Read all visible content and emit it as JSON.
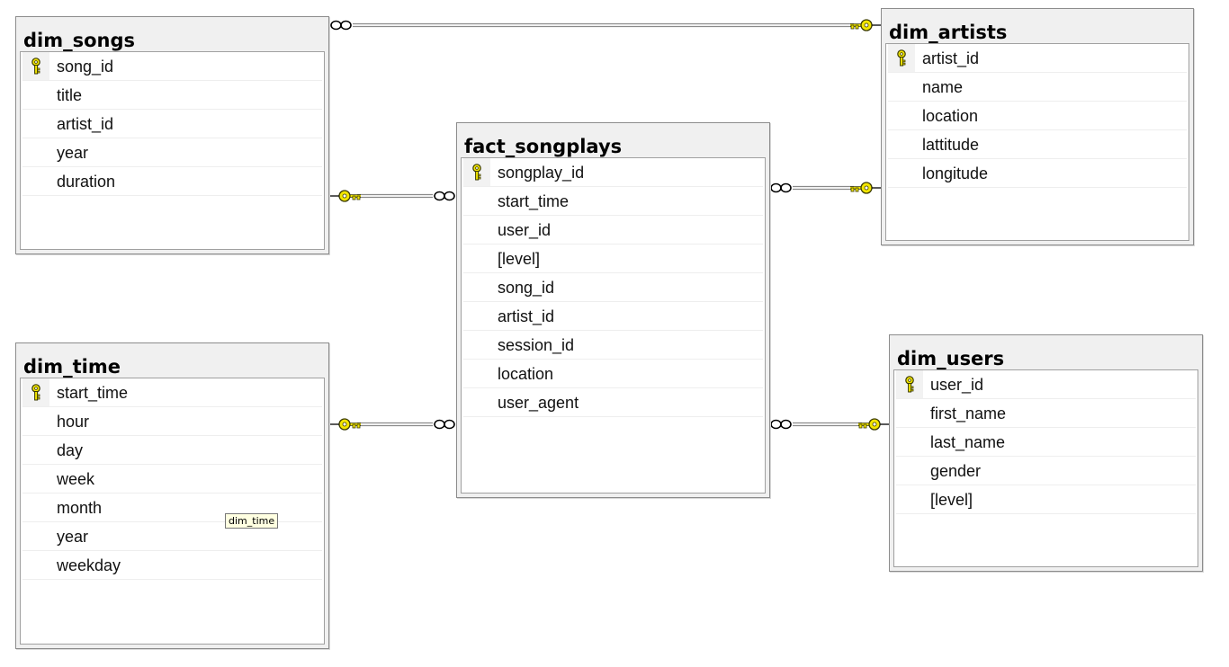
{
  "tables": {
    "dim_songs": {
      "title": "dim_songs",
      "columns": [
        {
          "name": "song_id",
          "pk": true
        },
        {
          "name": "title",
          "pk": false
        },
        {
          "name": "artist_id",
          "pk": false
        },
        {
          "name": "year",
          "pk": false
        },
        {
          "name": "duration",
          "pk": false
        }
      ]
    },
    "dim_artists": {
      "title": "dim_artists",
      "columns": [
        {
          "name": "artist_id",
          "pk": true
        },
        {
          "name": "name",
          "pk": false
        },
        {
          "name": "location",
          "pk": false
        },
        {
          "name": "lattitude",
          "pk": false
        },
        {
          "name": "longitude",
          "pk": false
        }
      ]
    },
    "fact_songplays": {
      "title": "fact_songplays",
      "columns": [
        {
          "name": "songplay_id",
          "pk": true
        },
        {
          "name": "start_time",
          "pk": false
        },
        {
          "name": "user_id",
          "pk": false
        },
        {
          "name": "[level]",
          "pk": false
        },
        {
          "name": "song_id",
          "pk": false
        },
        {
          "name": "artist_id",
          "pk": false
        },
        {
          "name": "session_id",
          "pk": false
        },
        {
          "name": "location",
          "pk": false
        },
        {
          "name": "user_agent",
          "pk": false
        }
      ]
    },
    "dim_time": {
      "title": "dim_time",
      "columns": [
        {
          "name": "start_time",
          "pk": true
        },
        {
          "name": "hour",
          "pk": false
        },
        {
          "name": "day",
          "pk": false
        },
        {
          "name": "week",
          "pk": false
        },
        {
          "name": "month",
          "pk": false
        },
        {
          "name": "year",
          "pk": false
        },
        {
          "name": "weekday",
          "pk": false
        }
      ]
    },
    "dim_users": {
      "title": "dim_users",
      "columns": [
        {
          "name": "user_id",
          "pk": true
        },
        {
          "name": "first_name",
          "pk": false
        },
        {
          "name": "last_name",
          "pk": false
        },
        {
          "name": "gender",
          "pk": false
        },
        {
          "name": "[level]",
          "pk": false
        }
      ]
    }
  },
  "relationships": [
    {
      "one": "dim_artists",
      "many": "dim_songs"
    },
    {
      "one": "dim_songs",
      "many": "fact_songplays"
    },
    {
      "one": "dim_artists",
      "many": "fact_songplays"
    },
    {
      "one": "dim_time",
      "many": "fact_songplays"
    },
    {
      "one": "dim_users",
      "many": "fact_songplays"
    }
  ],
  "tooltip": {
    "text": "dim_time"
  },
  "colors": {
    "key": "#f3e600",
    "key_outline": "#3a3a00",
    "connector": "#8a8a8a",
    "row_header": "#f2f2f2"
  }
}
